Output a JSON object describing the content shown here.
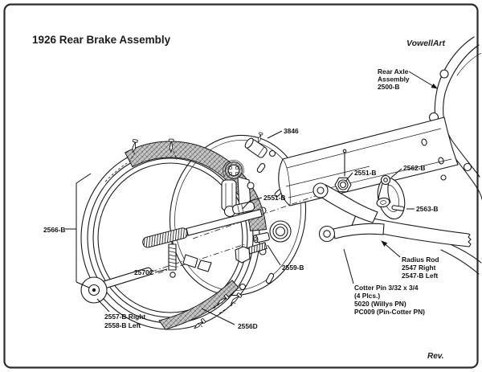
{
  "page": {
    "title": "1926 Rear Brake Assembly",
    "credit": "VowellArt",
    "revision": "Rev."
  },
  "callouts": {
    "adjusting_screw": {
      "label": "3846"
    },
    "rear_axle": {
      "lines": [
        "Rear Axle",
        "Assembly",
        "2500-B"
      ]
    },
    "spring_seat_nut": {
      "label": "2551-B"
    },
    "shock_link": {
      "label": "2562-B"
    },
    "link_pin": {
      "label": "2563-B"
    },
    "cam_pin": {
      "label": "2551-B"
    },
    "brake_band": {
      "label": "2566-B"
    },
    "spring": {
      "label": "2570C"
    },
    "anchor_bolt": {
      "label": "2559-B"
    },
    "radius_rod": {
      "lines": [
        "Radius Rod",
        "2547 Right",
        "2547-B Left"
      ]
    },
    "cotter_pin": {
      "lines": [
        "Cotter Pin 3/32 x 3/4",
        "(4 Plcs.)",
        "5020 (Willys PN)",
        "PC009 (Pin-Cotter PN)"
      ]
    },
    "roller": {
      "lines": [
        "2557-B Right",
        "2558-B Left"
      ]
    },
    "lining_segment": {
      "label": "2556D"
    }
  },
  "colors": {
    "line": "#1a1a1a",
    "background": "#ffffff",
    "border": "#2b2b2b",
    "lining_fill": "#c6c6c6",
    "page_edge": "#d9d9d9"
  }
}
